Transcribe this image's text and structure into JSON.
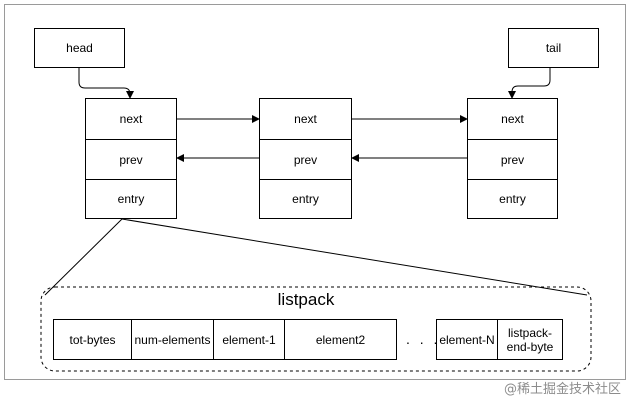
{
  "head_label": "head",
  "tail_label": "tail",
  "nodes": [
    {
      "next": "next",
      "prev": "prev",
      "entry": "entry"
    },
    {
      "next": "next",
      "prev": "prev",
      "entry": "entry"
    },
    {
      "next": "next",
      "prev": "prev",
      "entry": "entry"
    }
  ],
  "listpack": {
    "title": "listpack",
    "cells": [
      "tot-bytes",
      "num-elements",
      "element-1",
      "element2",
      "element-N",
      "listpack-end-byte"
    ],
    "ellipsis": ". . ."
  },
  "footer_mark": "@稀土掘金技术社区",
  "colors": {
    "stroke": "#000000",
    "frame": "#9a9a9a",
    "footer": "#8c8c8c"
  }
}
